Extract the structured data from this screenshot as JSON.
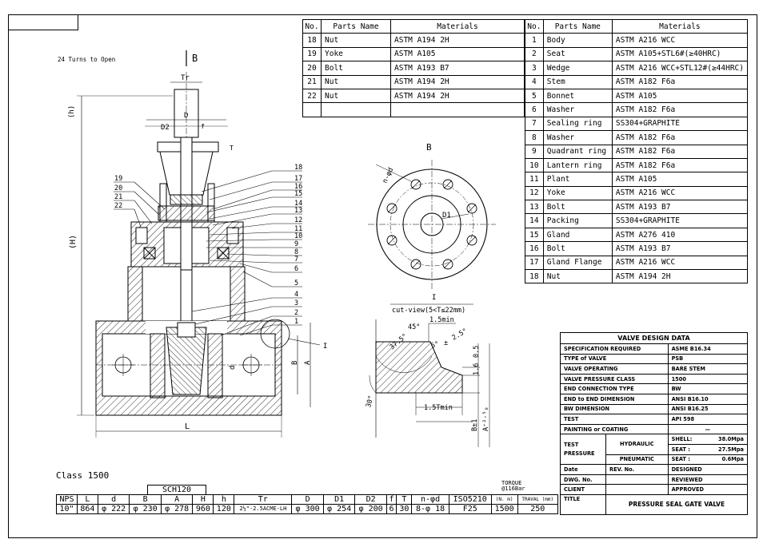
{
  "notes": {
    "turns": "24 Turns to Open",
    "class": "Class 1500",
    "section_label": "B",
    "b_view_label": "B",
    "detail_label": "I",
    "cutview_title": "I",
    "cutview_sub": "cut-view(5<T≤22mm)"
  },
  "dims": {
    "Tr": "Tr",
    "D": "D",
    "D2": "D2",
    "f": "f",
    "T": "T",
    "h": "(h)",
    "H": "(H)",
    "L": "L",
    "d": "d",
    "B": "B",
    "A": "A",
    "D1": "D1",
    "nd": "n-φd",
    "I": "I",
    "a45": "45°",
    "a15min": "1.5min",
    "a25": "2.5°",
    "pm": "±",
    "a05": "0.5",
    "a16": "1.6",
    "a30": "30°",
    "a37": "37.5°",
    "a5": "5°",
    "a15tmin": "1.5Tmin",
    "bpm1": "B±1",
    "a25s": "A⁺²·⁵₀"
  },
  "callouts": [
    "18",
    "17",
    "16",
    "15",
    "14",
    "13",
    "12",
    "11",
    "10",
    "9",
    "8",
    "7",
    "6",
    "5",
    "4",
    "3",
    "2",
    "1"
  ],
  "left_callouts": [
    "19",
    "20",
    "21",
    "22"
  ],
  "parts_left": {
    "header": [
      "No.",
      "Parts Name",
      "Materials"
    ],
    "rows": [
      [
        "18",
        "Nut",
        "ASTM A194 2H"
      ],
      [
        "19",
        "Yoke",
        "ASTM A105"
      ],
      [
        "20",
        "Bolt",
        "ASTM A193 B7"
      ],
      [
        "21",
        "Nut",
        "ASTM A194 2H"
      ],
      [
        "22",
        "Nut",
        "ASTM A194 2H"
      ],
      [
        "",
        "",
        ""
      ]
    ]
  },
  "parts_right": {
    "header": [
      "No.",
      "Parts Name",
      "Materials"
    ],
    "rows": [
      [
        "1",
        "Body",
        "ASTM A216 WCC"
      ],
      [
        "2",
        "Seat",
        "ASTM A105+STL6#(≥40HRC)"
      ],
      [
        "3",
        "Wedge",
        "ASTM A216 WCC+STL12#(≥44HRC)"
      ],
      [
        "4",
        "Stem",
        "ASTM A182 F6a"
      ],
      [
        "5",
        "Bonnet",
        "ASTM A105"
      ],
      [
        "6",
        "Washer",
        "ASTM A182 F6a"
      ],
      [
        "7",
        "Sealing ring",
        "SS304+GRAPHITE"
      ],
      [
        "8",
        "Washer",
        "ASTM A182 F6a"
      ],
      [
        "9",
        "Quadrant ring",
        "ASTM A182 F6a"
      ],
      [
        "10",
        "Lantern ring",
        "ASTM A182 F6a"
      ],
      [
        "11",
        "Plant",
        "ASTM A105"
      ],
      [
        "12",
        "Yoke",
        "ASTM A216 WCC"
      ],
      [
        "13",
        "Bolt",
        "ASTM A193 B7"
      ],
      [
        "14",
        "Packing",
        "SS304+GRAPHITE"
      ],
      [
        "15",
        "Gland",
        "ASTM A276 410"
      ],
      [
        "16",
        "Bolt",
        "ASTM A193 B7"
      ],
      [
        "17",
        "Gland Flange",
        "ASTM A216 WCC"
      ],
      [
        "18",
        "Nut",
        "ASTM A194 2H"
      ]
    ]
  },
  "design_data": {
    "title": "VALVE DESIGN DATA",
    "rows": [
      [
        "SPECIFICATION REQUIRED",
        "ASME B16.34"
      ],
      [
        "TYPE of VALVE",
        "PSB"
      ],
      [
        "VALVE OPERATING",
        "BARE STEM"
      ],
      [
        "VALVE PRESSURE CLASS",
        "1500"
      ],
      [
        "END CONNECTION TYPE",
        "BW"
      ],
      [
        "END to END DIMENSION",
        "ANSI B16.10"
      ],
      [
        "BW DIMENSION",
        "ANSI B16.25"
      ],
      [
        "TEST",
        "API 598"
      ],
      [
        "PAINTING or COATING",
        "—"
      ]
    ],
    "test_pressure": {
      "label1": "TEST",
      "label2": "PRESSURE",
      "hydraulic": "HYDRAULIC",
      "pneumatic": "PNEUMATIC",
      "shell_label": "SHELL:",
      "shell_val": "38.0Mpa",
      "seat_label": "SEAT :",
      "seat_val": "27.5Mpa",
      "pseat_label": "SEAT :",
      "pseat_val": "0.6Mpa"
    },
    "date": "Date",
    "rev": "REV. No.",
    "designed": "DESIGNED",
    "dwg": "DWG. No.",
    "reviewed": "REVIEWED",
    "client": "CLIENT",
    "approved": "APPROVED",
    "title_label": "TITLE",
    "title_value": "PRESSURE SEAL GATE VALVE"
  },
  "bottom_table": {
    "sch": "SCH120",
    "torque_label": "TORQUE",
    "torque_sub": "@116Bar",
    "headers": [
      "NPS",
      "L",
      "d",
      "B",
      "A",
      "H",
      "h",
      "Tr",
      "D",
      "D1",
      "D2",
      "f",
      "T",
      "n-φd",
      "ISO5210",
      "(N. m)",
      "TRAVAL (mm)"
    ],
    "values": [
      "10\"",
      "864",
      "φ 222",
      "φ 230",
      "φ 278",
      "960",
      "120",
      "2½\"-2.5ACME-LH",
      "φ 300",
      "φ 254",
      "φ 200",
      "6",
      "30",
      "8-φ 18",
      "F25",
      "1500",
      "250"
    ]
  }
}
